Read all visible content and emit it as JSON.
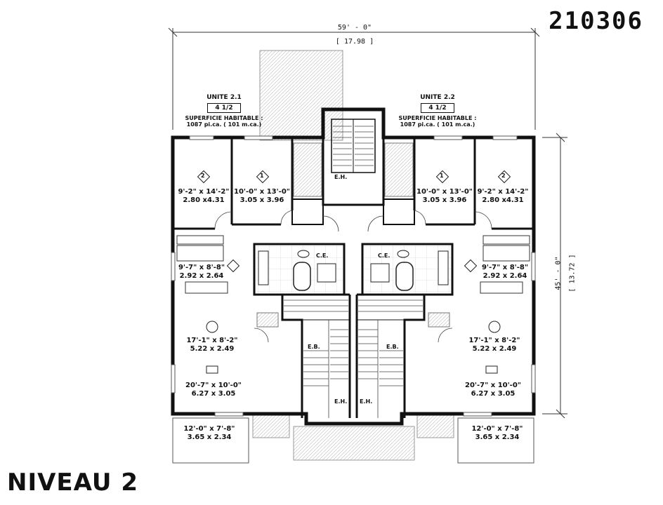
{
  "plan_number": "210306",
  "level_label": "NIVEAU 2",
  "overall_width": {
    "imperial": "59' - 0\"",
    "metric": "[ 17.98 ]"
  },
  "overall_depth": {
    "imperial": "45' - 0\"",
    "metric": "[ 13.72 ]"
  },
  "units": [
    {
      "name": "UNITE 2.1",
      "type": "4 1/2",
      "area_label": "SUPERFICIE HABITABLE :",
      "area": "1087 pi.ca. ( 101 m.ca.)"
    },
    {
      "name": "UNITE 2.2",
      "type": "4 1/2",
      "area_label": "SUPERFICIE HABITABLE :",
      "area": "1087 pi.ca. ( 101 m.ca.)"
    }
  ],
  "rooms_left": {
    "bed2": {
      "imperial": "9'-2\" x 14'-2\"",
      "metric": "2.80 x4.31"
    },
    "bed1": {
      "imperial": "10'-0\" x 13'-0\"",
      "metric": "3.05 x 3.96"
    },
    "kitchen": {
      "imperial": "9'-7\" x 8'-8\"",
      "metric": "2.92 x 2.64"
    },
    "dining": {
      "imperial": "17'-1\" x 8'-2\"",
      "metric": "5.22 x 2.49"
    },
    "living": {
      "imperial": "20'-7\" x 10'-0\"",
      "metric": "6.27 x 3.05"
    },
    "balcony": {
      "imperial": "12'-0\" x 7'-8\"",
      "metric": "3.65 x 2.34"
    }
  },
  "rooms_right": {
    "bed1": {
      "imperial": "10'-0\" x 13'-0\"",
      "metric": "3.05 x 3.96"
    },
    "bed2": {
      "imperial": "9'-2\" x 14'-2\"",
      "metric": "2.80 x4.31"
    },
    "kitchen": {
      "imperial": "9'-7\" x 8'-8\"",
      "metric": "2.92 x 2.64"
    },
    "dining": {
      "imperial": "17'-1\" x 8'-2\"",
      "metric": "5.22 x 2.49"
    },
    "living": {
      "imperial": "20'-7\" x 10'-0\"",
      "metric": "6.27 x 3.05"
    },
    "balcony": {
      "imperial": "12'-0\" x 7'-8\"",
      "metric": "3.65 x 2.34"
    }
  },
  "tags": {
    "eh": "E.H.",
    "ce": "C.E.",
    "eb": "E.B.",
    "bed1_num": "1",
    "bed2_num": "2"
  }
}
